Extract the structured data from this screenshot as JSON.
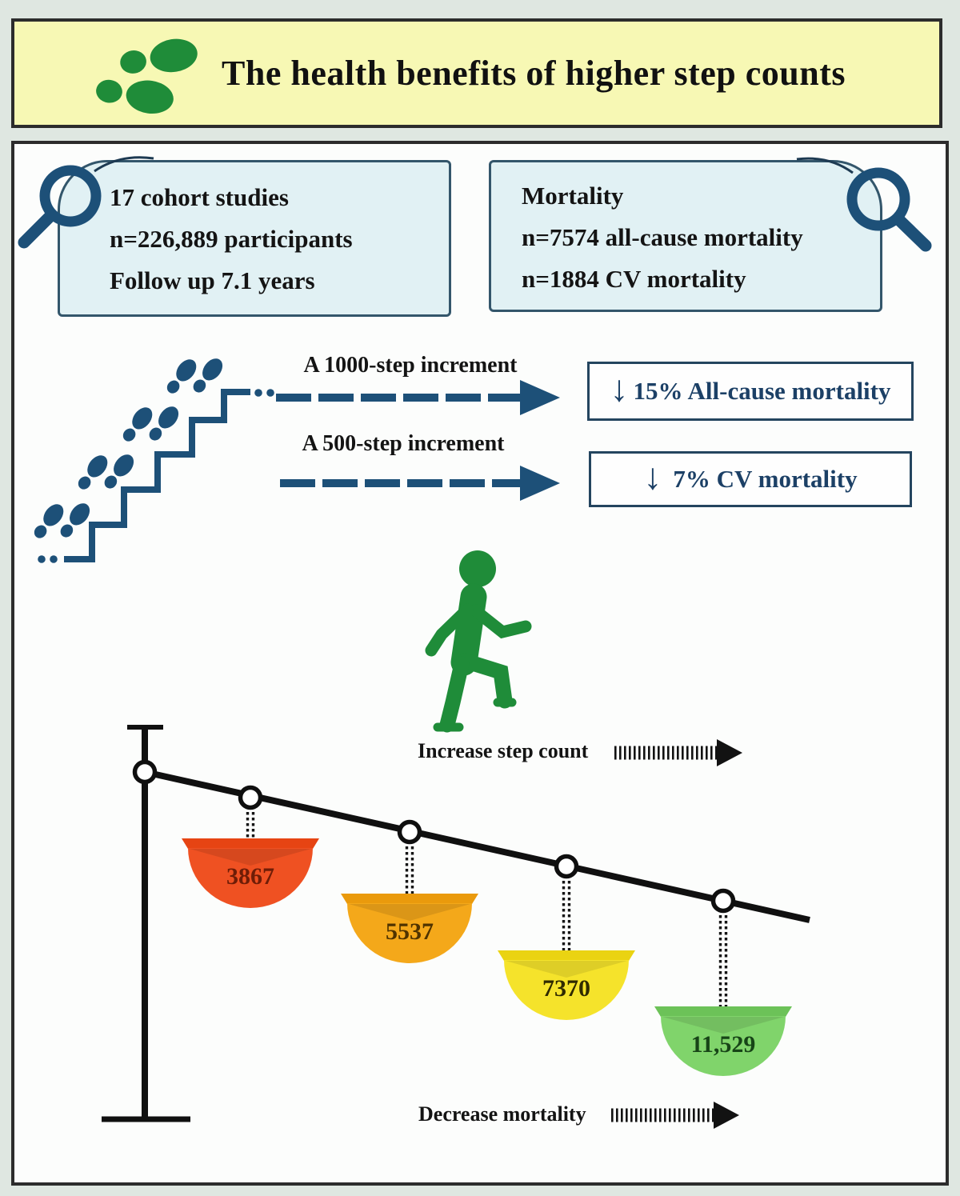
{
  "banner": {
    "title": "The health benefits of higher step counts",
    "bg_color": "#f7f8b4",
    "footprints_icon": "green-footprints-icon"
  },
  "study_box": {
    "icon": "magnifier-icon",
    "line1": "17 cohort studies",
    "line2": "n=226,889 participants",
    "line3": "Follow up 7.1 years"
  },
  "mortality_box": {
    "icon": "magnifier-icon",
    "line1": "Mortality",
    "line2": "n=7574 all-cause mortality",
    "line3": "n=1884 CV mortality"
  },
  "increment_1000": {
    "label": "A 1000-step increment",
    "down_arrow": "↓",
    "outcome": "15% All-cause mortality"
  },
  "increment_500": {
    "label": "A 500-step increment",
    "down_arrow": "↓",
    "outcome": "7% CV mortality"
  },
  "axes": {
    "increase_label": "Increase step count",
    "decrease_label": "Decrease mortality"
  },
  "scale": {
    "description": "Tilted balance beam: higher step counts hang lower (lower mortality)",
    "bowls": [
      {
        "value": "3867",
        "color": "#ef5122"
      },
      {
        "value": "5537",
        "color": "#f4a81a"
      },
      {
        "value": "7370",
        "color": "#f5e32b"
      },
      {
        "value": "11,529",
        "color": "#80d46b"
      }
    ]
  },
  "colors": {
    "navy": "#1d5078",
    "green": "#1f8c39",
    "panel_border": "#2c2c2c",
    "info_box_fill": "#e1f1f4",
    "info_box_border": "#33566b",
    "outcome_text": "#1c4066"
  }
}
